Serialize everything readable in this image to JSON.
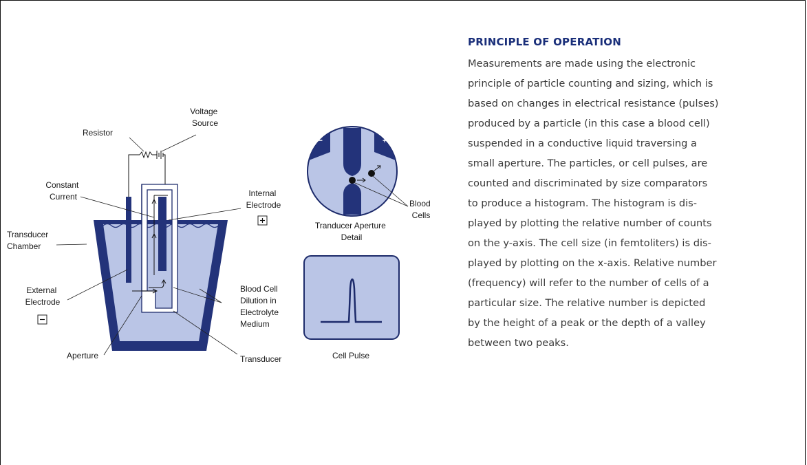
{
  "diagram": {
    "labels": {
      "voltage_source": [
        "Voltage",
        "Source"
      ],
      "resistor": "Resistor",
      "constant_current": [
        "Constant",
        "Current"
      ],
      "internal_electrode": [
        "Internal",
        "Electrode"
      ],
      "transducer_chamber": [
        "Transducer",
        "Chamber"
      ],
      "external_electrode": [
        "External",
        "Electrode"
      ],
      "blood_cell_dilution": [
        "Blood Cell",
        "Dilution in",
        "Electrolyte",
        "Medium"
      ],
      "aperture": "Aperture",
      "transducer": "Transducer",
      "aperture_detail": [
        "Tranducer Aperture",
        "Detail"
      ],
      "blood_cells": [
        "Blood",
        "Cells"
      ],
      "cell_pulse": "Cell Pulse",
      "plus_sign": "+",
      "minus_sign": "−"
    },
    "colors": {
      "fill_light": "#bac5e6",
      "fill_dark": "#23337a",
      "outline": "#1c2a6a",
      "heading": "#1a2f7a"
    }
  },
  "text": {
    "heading": "PRINCIPLE OF OPERATION",
    "lines": [
      "Measurements are made using the electronic",
      "principle of particle counting and sizing, which is",
      "based on changes in electrical resistance (pulses)",
      "produced by a particle (in this case a blood cell)",
      "suspended in a conductive liquid traversing a",
      "small aperture. The particles, or cell pulses, are",
      "counted and discriminated by size comparators",
      "to produce a histogram. The histogram is dis-",
      "played by plotting the relative number of counts",
      "on the y-axis. The cell size (in femtoliters) is dis-",
      "played by plotting on the x-axis. Relative number",
      "(frequency) will refer to the number of cells of a",
      "particular size. The relative number is depicted",
      "by the height of a peak or the depth of a valley",
      "between two peaks."
    ]
  }
}
